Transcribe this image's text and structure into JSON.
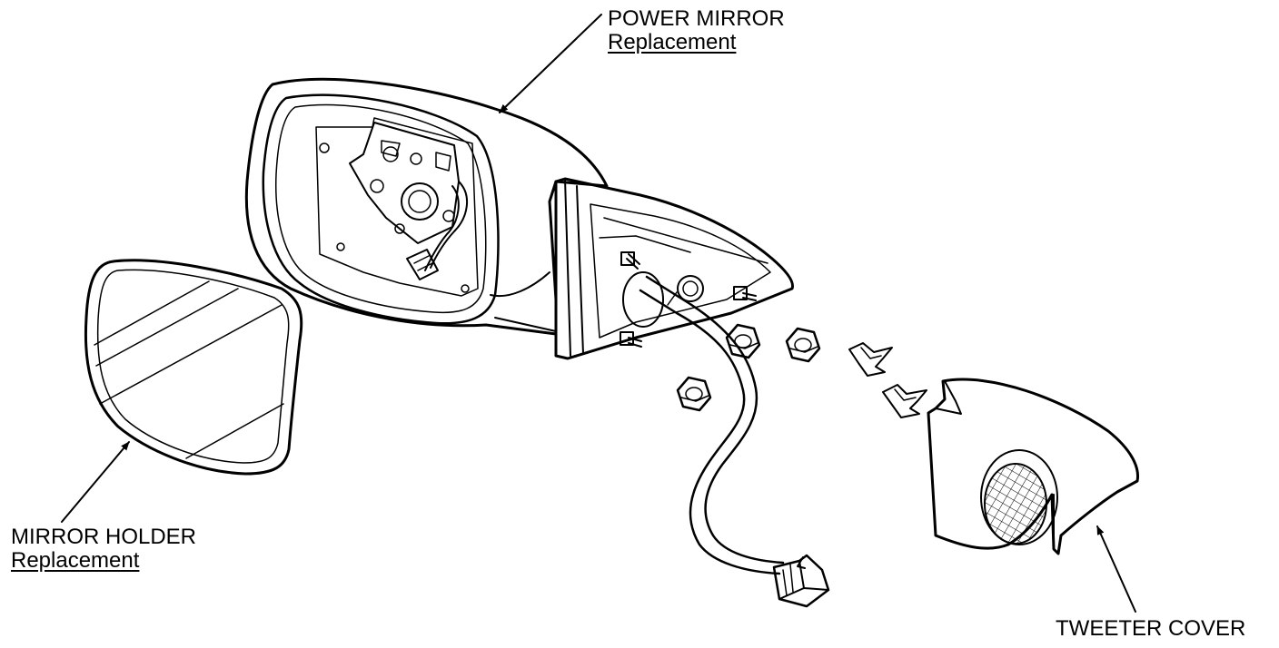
{
  "callouts": {
    "power_mirror": {
      "title": "POWER MIRROR",
      "action": "Replacement"
    },
    "mirror_holder": {
      "title": "MIRROR HOLDER",
      "action": "Replacement"
    },
    "tweeter_cover": {
      "title": "TWEETER COVER"
    }
  },
  "colors": {
    "line": "#000000",
    "background": "#ffffff"
  }
}
